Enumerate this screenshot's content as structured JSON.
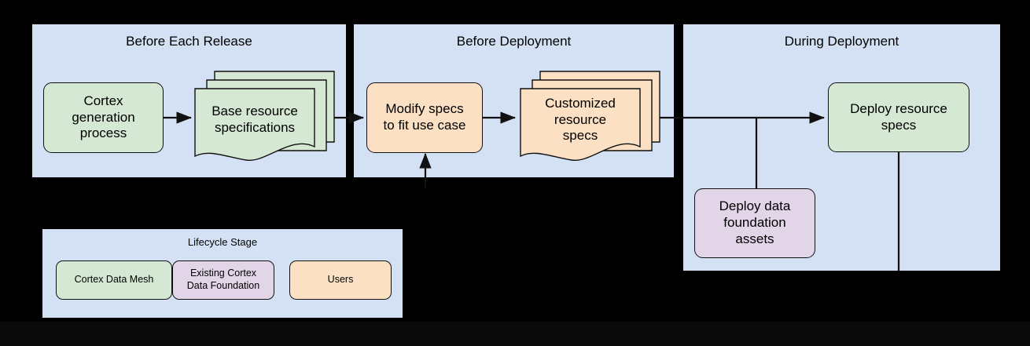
{
  "diagram": {
    "title_present": false,
    "background_color": "#000000",
    "panel_fill": "#d4e1f5",
    "colors": {
      "cortex_data_mesh": "#d5e8d4",
      "existing_cortex_data_foundation": "#e1d5e7",
      "users": "#fbe0c3",
      "edge": "#111111",
      "panel": "#d4e1f5"
    },
    "panels": [
      {
        "id": "before-each-release",
        "title": "Before Each Release",
        "nodes": [
          {
            "id": "cortex-generation-process",
            "label": "Cortex\ngeneration\nprocess",
            "shape": "rounded-rect",
            "color": "#d5e8d4"
          },
          {
            "id": "base-resource-specifications",
            "label": "Base resource\nspecifications",
            "shape": "document-stack",
            "color": "#d5e8d4",
            "stack_count": 3
          }
        ]
      },
      {
        "id": "before-deployment",
        "title": "Before Deployment",
        "nodes": [
          {
            "id": "modify-specs-to-fit-use-case",
            "label": "Modify specs\nto fit use case",
            "shape": "rounded-rect",
            "color": "#fbe0c3"
          },
          {
            "id": "customized-resource-specs",
            "label": "Customized\nresource\nspecs",
            "shape": "document-stack",
            "color": "#fbe0c3",
            "stack_count": 3
          }
        ]
      },
      {
        "id": "during-deployment",
        "title": "During Deployment",
        "nodes": [
          {
            "id": "deploy-resource-specs",
            "label": "Deploy resource\nspecs",
            "shape": "rounded-rect",
            "color": "#d5e8d4"
          },
          {
            "id": "deploy-data-foundation-assets",
            "label": "Deploy data\nfoundation\nassets",
            "shape": "rounded-rect",
            "color": "#e1d5e7"
          }
        ]
      }
    ],
    "edges": [
      {
        "from": "cortex-generation-process",
        "to": "base-resource-specifications",
        "arrow": true
      },
      {
        "from": "base-resource-specifications",
        "to": "modify-specs-to-fit-use-case",
        "arrow": true
      },
      {
        "from": "modify-specs-to-fit-use-case",
        "to": "customized-resource-specs",
        "arrow": true
      },
      {
        "from": "customized-resource-specs",
        "to": "deploy-resource-specs",
        "arrow": true
      },
      {
        "from": "deploy-data-foundation-assets",
        "to": "deploy-resource-specs",
        "arrow": false
      },
      {
        "from": "external-below",
        "to": "modify-specs-to-fit-use-case",
        "arrow": true
      },
      {
        "from": "deploy-resource-specs",
        "to": "below",
        "arrow": false
      }
    ]
  },
  "legend": {
    "title": "Lifecycle Stage",
    "items": [
      {
        "id": "cortex-data-mesh",
        "label": "Cortex Data Mesh",
        "color": "#d5e8d4"
      },
      {
        "id": "existing-cortex-data-foundation",
        "label": "Existing Cortex\nData Foundation",
        "color": "#e1d5e7"
      },
      {
        "id": "users",
        "label": "Users",
        "color": "#fbe0c3"
      }
    ]
  },
  "panel_labels": {
    "p1": "Before Each Release",
    "p2": "Before Deployment",
    "p3": "During Deployment"
  },
  "node_labels": {
    "cortex_generation_process": "Cortex\ngeneration\nprocess",
    "base_resource_specifications": "Base resource\nspecifications",
    "modify_specs": "Modify specs\nto fit use case",
    "customized_resource_specs": "Customized\nresource\nspecs",
    "deploy_resource_specs": "Deploy resource\nspecs",
    "deploy_data_foundation_assets": "Deploy data\nfoundation\nassets"
  }
}
